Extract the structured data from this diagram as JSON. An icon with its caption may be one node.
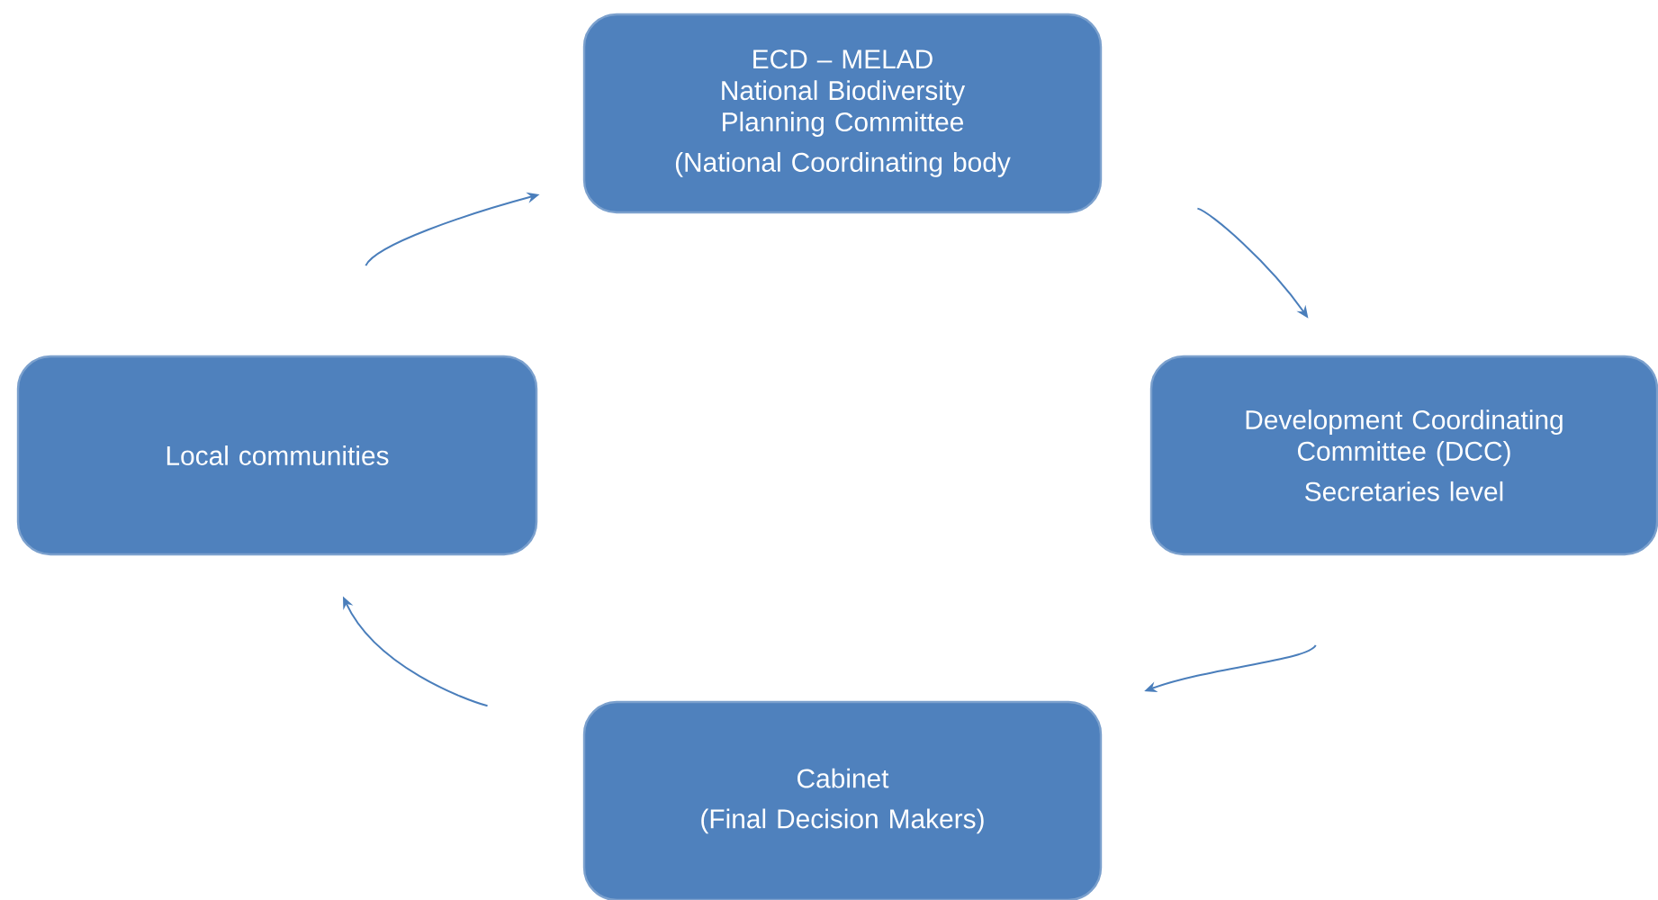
{
  "diagram": {
    "nodes": [
      {
        "text": [
          "ECD – MELAD National Biodiversity Planning Committee",
          "(National Coordinating body"
        ]
      },
      {
        "text": [
          "Development Coordinating Committee (DCC)",
          "Secretaries level"
        ]
      },
      {
        "text": [
          "Cabinet",
          "(Final Decision Makers)"
        ]
      },
      {
        "text": [
          "Local communities"
        ]
      }
    ],
    "edges": [
      {
        "from": 0,
        "to": 1,
        "arrow": "to"
      },
      {
        "from": 1,
        "to": 2,
        "arrow": "to"
      },
      {
        "from": 2,
        "to": 3,
        "arrow": "to"
      },
      {
        "from": 3,
        "to": 0,
        "arrow": "to"
      }
    ]
  }
}
